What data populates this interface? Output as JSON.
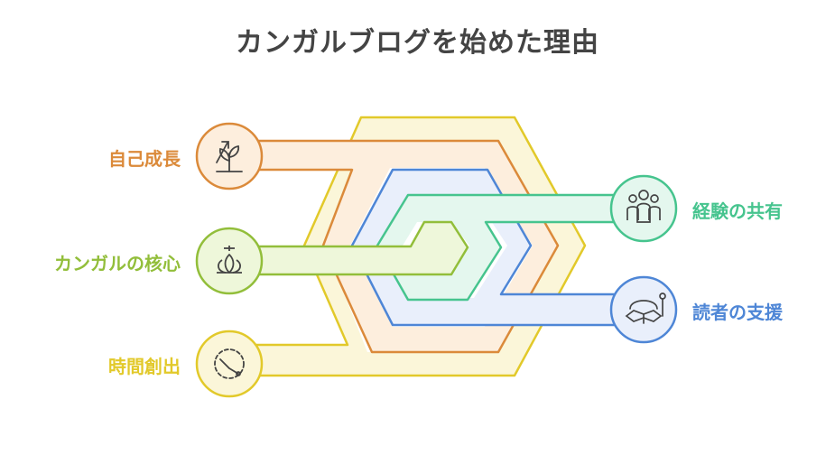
{
  "title": "カンガルブログを始めた理由",
  "colors": {
    "yellow": "#E2C92A",
    "orange": "#DB8A3A",
    "blue": "#4E86D6",
    "green": "#46C48E",
    "lime": "#92BE3A",
    "title_text": "#444444"
  },
  "items": [
    {
      "label": "自己成長",
      "icon": "sprout-growth-icon",
      "color": "#DB8A3A"
    },
    {
      "label": "カンガルの核心",
      "icon": "lotus-core-icon",
      "color": "#92BE3A"
    },
    {
      "label": "時間創出",
      "icon": "clock-icon",
      "color": "#E2C92A"
    },
    {
      "label": "経験の共有",
      "icon": "people-group-icon",
      "color": "#46C48E"
    },
    {
      "label": "読者の支援",
      "icon": "reader-support-icon",
      "color": "#4E86D6"
    }
  ]
}
